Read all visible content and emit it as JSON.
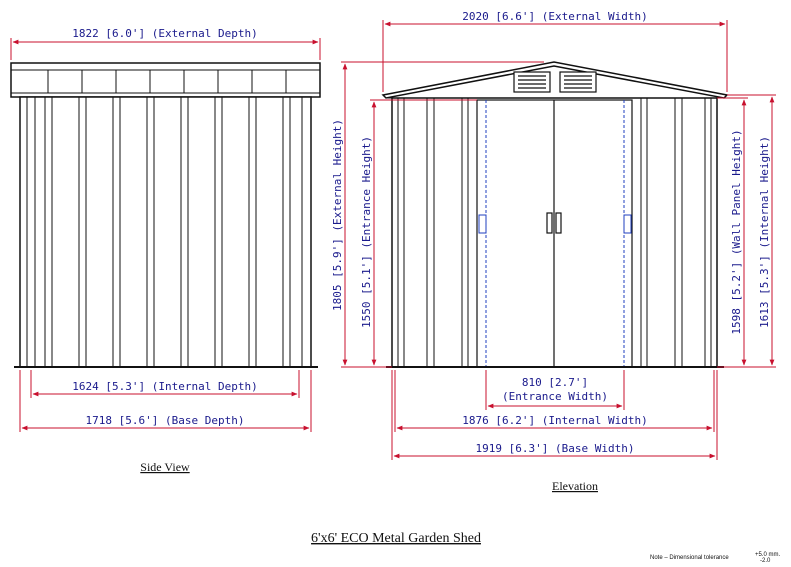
{
  "title": "6'x6' ECO Metal Garden Shed",
  "side_view": {
    "caption": "Side View",
    "external_depth": "1822 [6.0'] (External Depth)",
    "internal_depth": "1624 [5.3'] (Internal Depth)",
    "base_depth": "1718 [5.6'] (Base Depth)"
  },
  "elevation": {
    "caption": "Elevation",
    "external_width": "2020 [6.6'] (External Width)",
    "external_height": "1805 [5.9'] (External Height)",
    "entrance_height": "1550 [5.1'] (Entrance Height)",
    "wall_panel_height": "1598 [5.2'] (Wall Panel Height)",
    "internal_height": "1613 [5.3'] (Internal Height)",
    "entrance_width_value": "810 [2.7']",
    "entrance_width_label": "(Entrance Width)",
    "internal_width": "1876 [6.2'] (Internal Width)",
    "base_width": "1919 [6.3'] (Base Width)"
  },
  "note": {
    "label": "Note – Dimensional tolerance",
    "plus": "+5.0 mm.",
    "minus": "-2.0"
  },
  "colors": {
    "outline": "#111111",
    "dimension": "#c8102e",
    "dimension_text": "#1a1a8c",
    "hidden_line": "#1f3fbf"
  }
}
